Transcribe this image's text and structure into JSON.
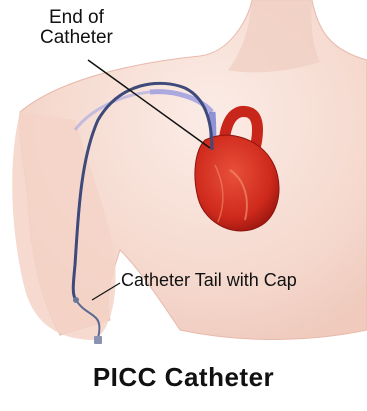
{
  "labels": {
    "end_of_catheter_line1": "End of",
    "end_of_catheter_line2": "Catheter",
    "catheter_tail": "Catheter Tail with Cap",
    "title": "PICC Catheter"
  },
  "colors": {
    "skin": "#f6dcd2",
    "skin_shadow": "#ecc4b8",
    "heart": "#d62b1e",
    "heart_dark": "#a81a12",
    "vein": "#7b7fd6",
    "catheter": "#3d4a7a",
    "text": "#111111"
  },
  "icons": [
    "human-torso-illustration",
    "heart-illustration",
    "catheter-line"
  ]
}
